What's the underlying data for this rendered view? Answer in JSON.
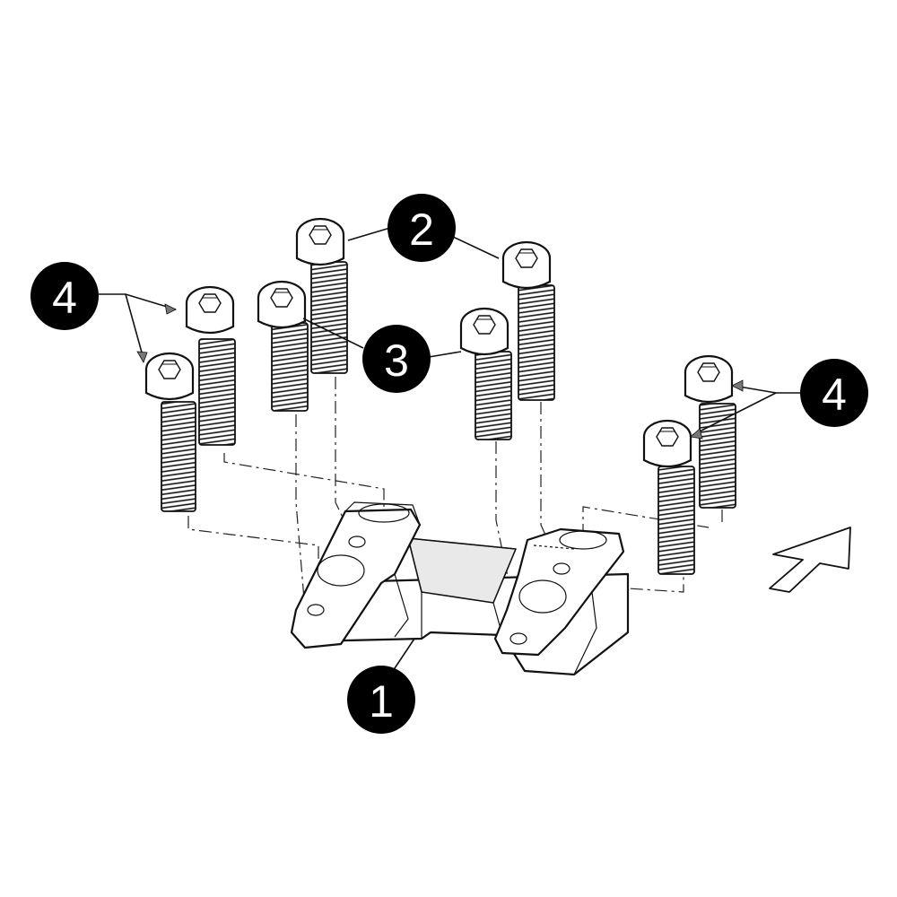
{
  "callouts": [
    {
      "id": "callout-2",
      "number": "2"
    },
    {
      "id": "callout-3",
      "number": "3"
    },
    {
      "id": "callout-4-left",
      "number": "4"
    },
    {
      "id": "callout-4-right",
      "number": "4"
    },
    {
      "id": "callout-1",
      "number": "1"
    }
  ],
  "colors": {
    "callout_fill": "#000000",
    "callout_text": "#ffffff",
    "line": "#111111"
  },
  "icons": {
    "direction_arrow": "arrow-up-right-icon"
  }
}
